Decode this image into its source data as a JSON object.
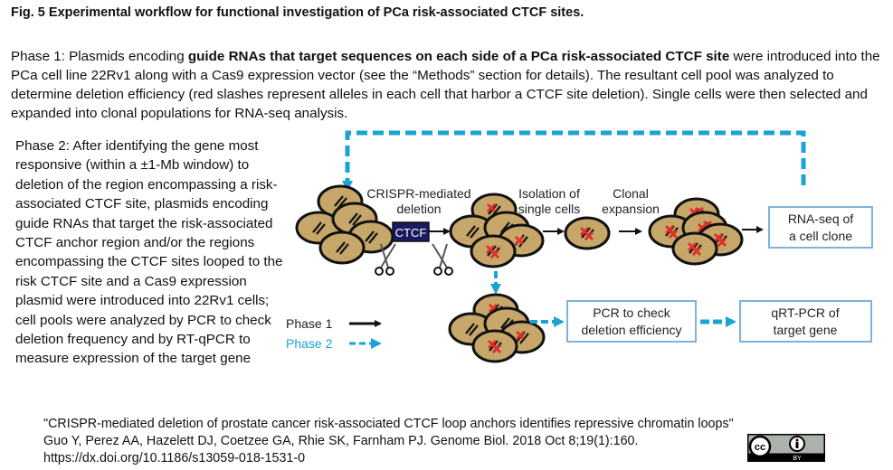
{
  "figure": {
    "title": "Fig. 5 Experimental workflow for functional investigation of PCa risk-associated CTCF sites."
  },
  "phase1_paragraph": {
    "prefix": "Phase 1: Plasmids encoding ",
    "bold": "guide RNAs that target sequences on each side of a PCa risk-associated CTCF site",
    "suffix": " were introduced into the PCa cell line 22Rv1 along with a Cas9 expression vector (see the “Methods” section for details). The resultant cell pool was analyzed to determine deletion efficiency (red slashes represent alleles in each cell that harbor a CTCF site deletion). Single cells were then selected and expanded into clonal populations for RNA-seq analysis."
  },
  "phase2_paragraph": "Phase 2: After identifying the gene most responsive (within a ±1-Mb window) to deletion of the region encompassing a risk-associated CTCF site, plasmids encoding guide RNAs that target the risk-associated CTCF anchor region and/or the regions encompassing the CTCF sites looped to the risk CTCF site and a Cas9 expression plasmid were introduced into 22Rv1 cells; cell pools were analyzed by PCR to check deletion frequency and by RT-qPCR to measure expression of the target gene",
  "diagram": {
    "colors": {
      "phase1_arrow": "#111111",
      "phase2_arrow": "#1ba3d6",
      "cell_fill": "#c8a86b",
      "cell_stroke": "#111111",
      "deletion_mark": "#e0302a",
      "ctcf_box": "#1a1a5e",
      "box_border": "#7fb2dc"
    },
    "labels": {
      "crispr_line1": "CRISPR-mediated",
      "crispr_line2": "deletion",
      "ctcf": "CTCF",
      "isolation_line1": "Isolation of",
      "isolation_line2": "single cells",
      "clonal_line1": "Clonal",
      "clonal_line2": "expansion"
    },
    "boxes": {
      "rnaseq_line1": "RNA-seq of",
      "rnaseq_line2": "a cell clone",
      "pcr_line1": "PCR to check",
      "pcr_line2": "deletion efficiency",
      "qrtpcr_line1": "qRT-PCR of",
      "qrtpcr_line2": "target gene"
    },
    "legend": {
      "phase1": "Phase 1",
      "phase2": "Phase 2"
    }
  },
  "citation": {
    "title": "\"CRISPR-mediated deletion of prostate cancer risk-associated CTCF loop anchors identifies repressive chromatin loops\"",
    "authors": "Guo Y, Perez AA, Hazelett DJ, Coetzee GA, Rhie SK, Farnham PJ. Genome Biol. 2018 Oct 8;19(1):160.",
    "doi": "https://dx.doi.org/10.1186/s13059-018-1531-0"
  },
  "license_badge": {
    "cc": "cc",
    "by": "BY"
  }
}
